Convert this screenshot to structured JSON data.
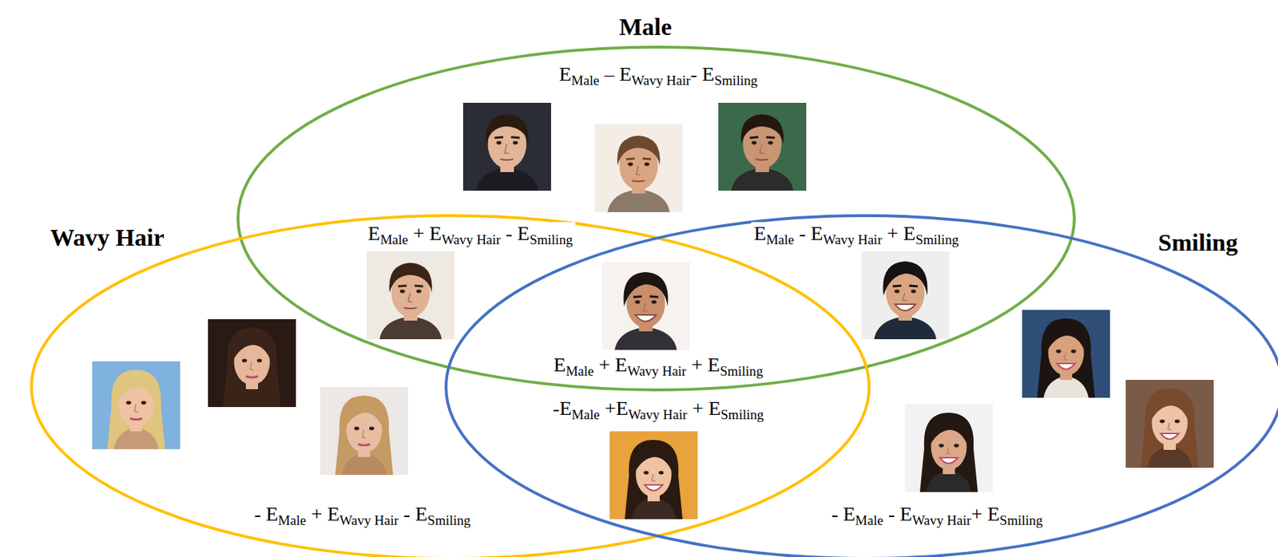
{
  "diagram": {
    "nodes": [
      {
        "text": [
          "Male",
          "EMale – EWavy Hair- ESmiling"
        ]
      },
      {
        "text": [
          "Wavy Hair",
          "- EMale + EWavy Hair - ESmiling"
        ]
      },
      {
        "text": [
          "Smiling",
          "- EMale - EWavy Hair+ ESmiling"
        ]
      }
    ],
    "labels": [
      "EMale + EWavy Hair - ESmiling",
      "EMale - EWavy Hair + ESmiling",
      "EMale + EWavy Hair + ESmiling",
      "-EMale +EWavy Hair + ESmiling"
    ]
  }
}
